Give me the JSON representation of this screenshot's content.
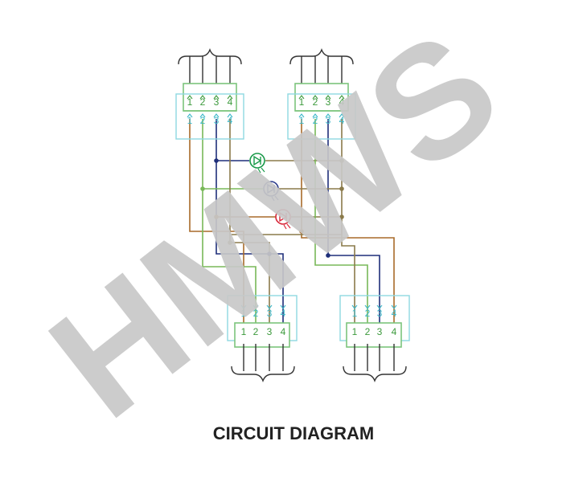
{
  "caption": "CIRCUIT DIAGRAM",
  "watermark": "HMWS",
  "connectors": [
    {
      "id": "top-left",
      "pins": [
        "1",
        "2",
        "3",
        "4"
      ]
    },
    {
      "id": "top-right",
      "pins": [
        "1",
        "2",
        "3",
        "4"
      ]
    },
    {
      "id": "bottom-left",
      "pins": [
        "1",
        "2",
        "3",
        "4"
      ]
    },
    {
      "id": "bottom-right",
      "pins": [
        "1",
        "2",
        "3",
        "4"
      ]
    }
  ],
  "colors": {
    "header_green": "#7cc47c",
    "socket_cyan": "#8fd8e0",
    "pin_green": "#3c9a3c",
    "pin_cyan": "#3cb8c8",
    "wire_navy": "#1f2f7a",
    "wire_brown": "#a86a2a",
    "wire_green": "#78b858",
    "wire_olive": "#8a7a4a",
    "led_green": "#1a9a4a",
    "led_blue": "#2a3a8a",
    "led_red": "#d8283a",
    "watermark": "#c8c8c8"
  },
  "icons": {
    "led": "led-icon",
    "brace": "curly-brace-icon"
  }
}
